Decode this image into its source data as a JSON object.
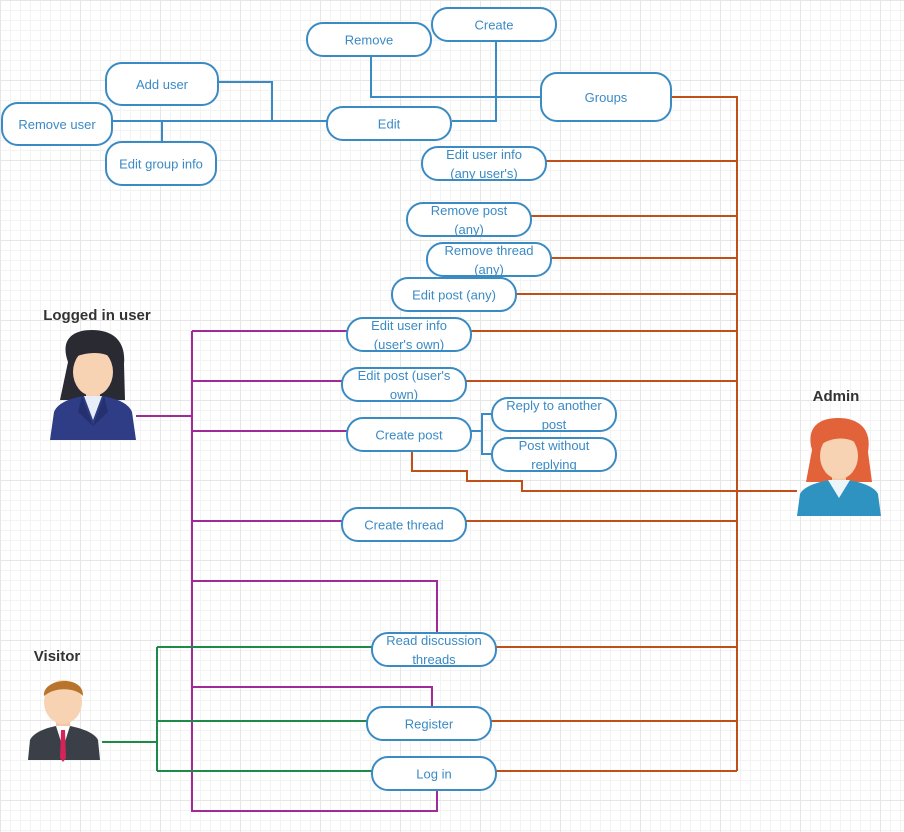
{
  "colors": {
    "node_border": "#3a8ac4",
    "node_text": "#3a8ac4",
    "admin_line": "#c0501a",
    "logged_line": "#a02a98",
    "visitor_line": "#1e8a4a",
    "group_line": "#3a8ac4"
  },
  "actors": {
    "logged_in_user": "Logged in user",
    "admin": "Admin",
    "visitor": "Visitor"
  },
  "nodes": {
    "remove": "Remove",
    "create": "Create",
    "add_user": "Add user",
    "groups": "Groups",
    "remove_user": "Remove user",
    "edit": "Edit",
    "edit_group_info": "Edit group info",
    "edit_user_info_any": [
      "Edit user info",
      "(any user's)"
    ],
    "remove_post_any": [
      "Remove post",
      "(any)"
    ],
    "remove_thread_any": [
      "Remove thread",
      "(any)"
    ],
    "edit_post_any": "Edit post (any)",
    "edit_user_info_own": [
      "Edit user info",
      "(user's own)"
    ],
    "edit_post_own": [
      "Edit post (user's",
      "own)"
    ],
    "create_post": "Create post",
    "reply_to_another_post": [
      "Reply to another",
      "post"
    ],
    "post_without_replying": [
      "Post without",
      "replying"
    ],
    "create_thread": "Create thread",
    "read_discussion_threads": [
      "Read discussion",
      "threads"
    ],
    "register": "Register",
    "log_in": "Log in"
  }
}
